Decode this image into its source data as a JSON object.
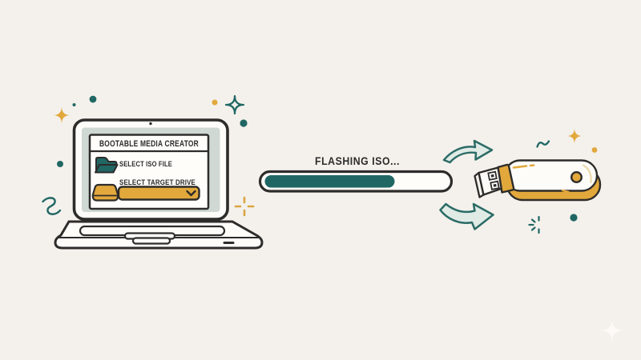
{
  "scene": {
    "colors": {
      "background": "#f4f1ec",
      "ink": "#2d2c2a",
      "teal": "#206764",
      "gold": "#e2a83c",
      "arrow_fill": "#e0ebe6",
      "screen_bezel": "#cfd8d2",
      "paper_white": "#fdfcf9"
    }
  },
  "laptop": {
    "app": {
      "title": "BOOTABLE MEDIA CREATOR",
      "iso_row": {
        "icon": "folder-icon",
        "label": "SELECT ISO FILE"
      },
      "drive_row": {
        "icon": "drive-icon",
        "label": "SELECT TARGET DRIVE",
        "dropdown_value": ""
      }
    }
  },
  "flashing": {
    "label": "FLASHING ISO...",
    "progress_percent": 71
  }
}
